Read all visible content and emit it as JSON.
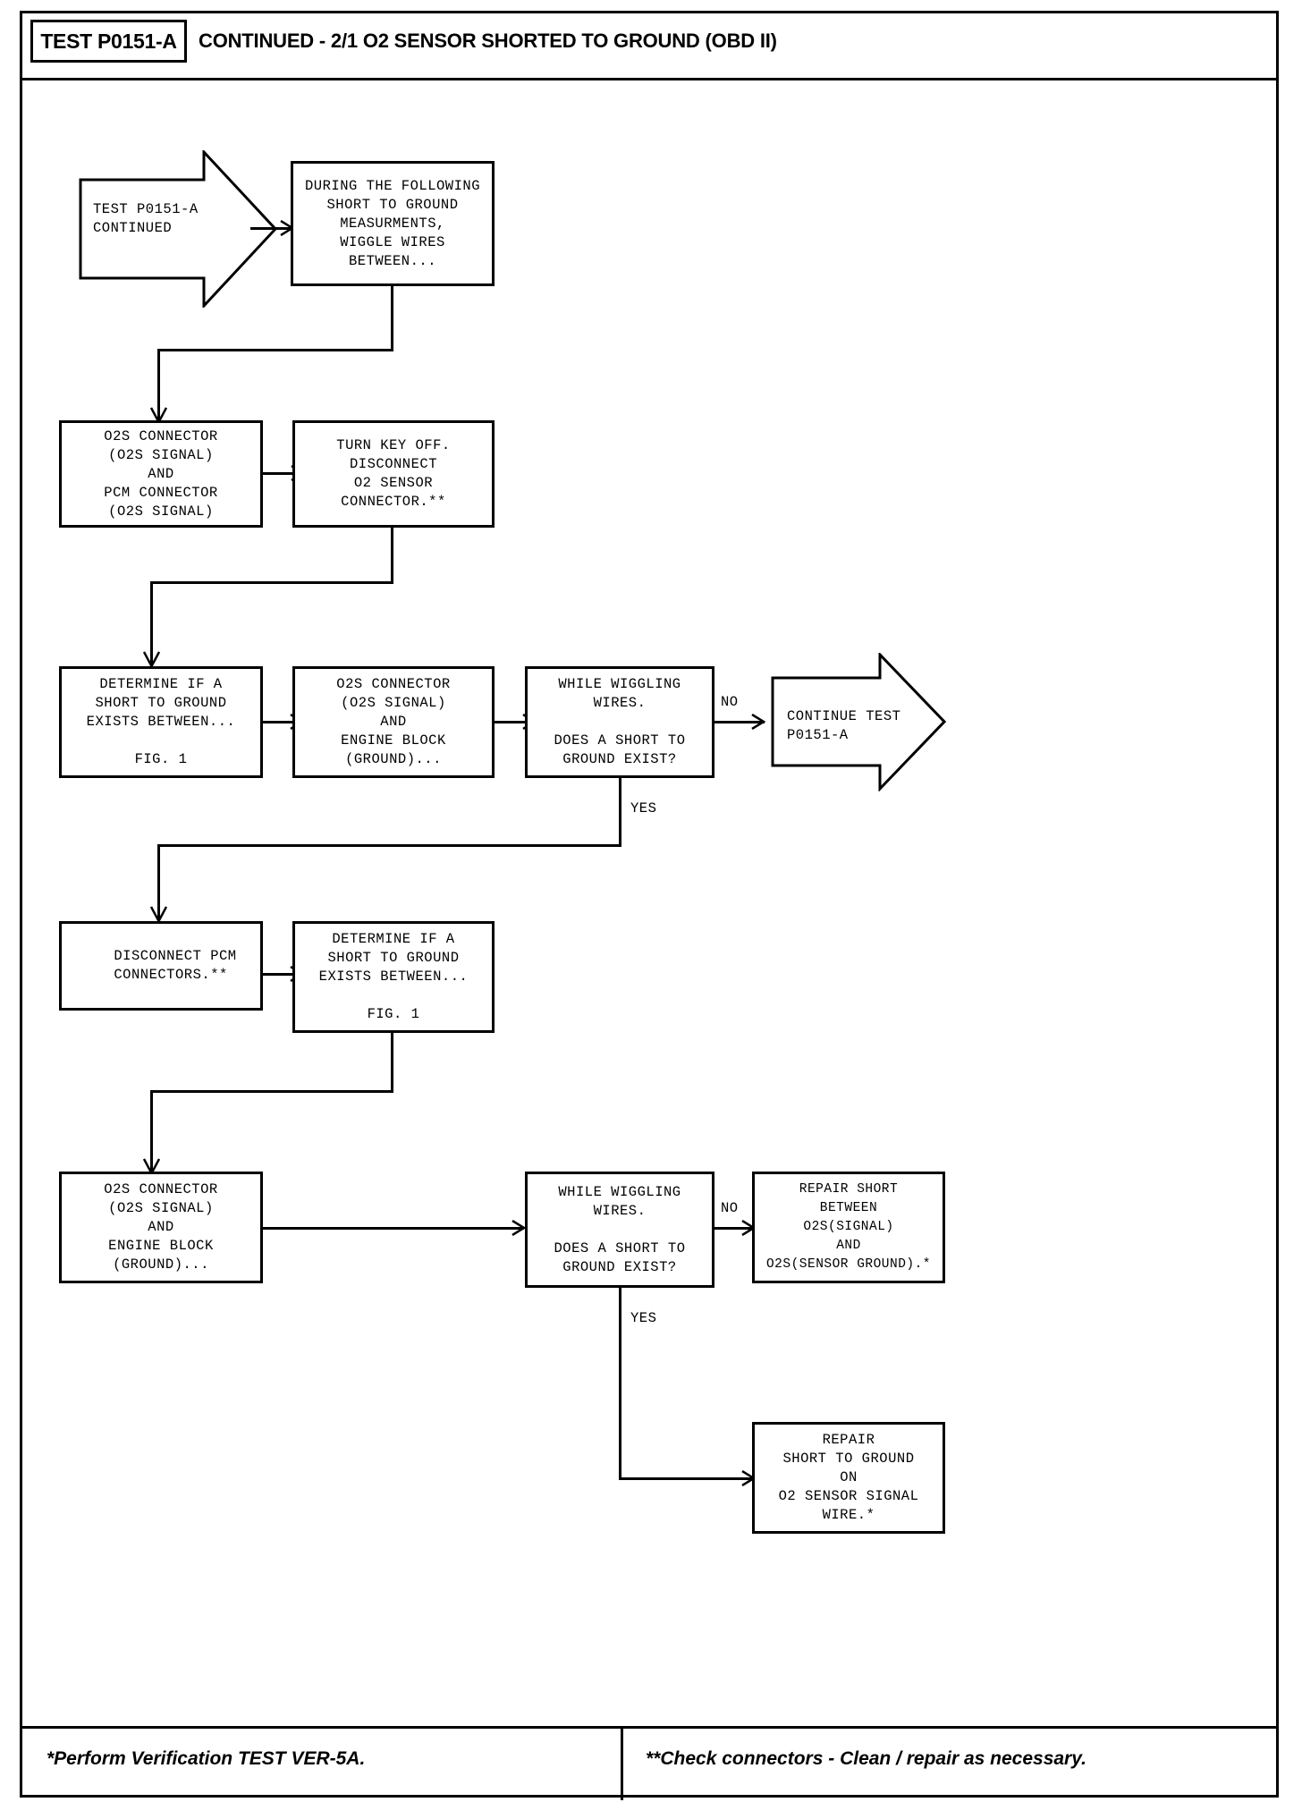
{
  "header": {
    "test_code": "TEST P0151-A",
    "title": "CONTINUED - 2/1 O2 SENSOR SHORTED TO GROUND (OBD II)"
  },
  "footer": {
    "left_note": "*Perform Verification TEST VER-5A.",
    "right_note": "**Check connectors - Clean / repair as necessary."
  },
  "nodes": {
    "start_terminator": "TEST P0151-A\nCONTINUED",
    "wiggle_intro": "DURING THE FOLLOWING\nSHORT TO GROUND\nMEASURMENTS,\nWIGGLE WIRES\nBETWEEN...",
    "o2s_pcm_connector": "O2S CONNECTOR\n(O2S SIGNAL)\nAND\nPCM CONNECTOR\n(O2S SIGNAL)",
    "turn_key_off": "TURN KEY OFF.\nDISCONNECT\nO2 SENSOR\nCONNECTOR.**",
    "determine_short_1": "DETERMINE IF A\nSHORT TO GROUND\nEXISTS BETWEEN...\n\nFIG. 1",
    "o2s_engine_block_1": "O2S CONNECTOR\n(O2S SIGNAL)\nAND\nENGINE BLOCK\n(GROUND)...",
    "decision_1": "WHILE WIGGLING\nWIRES.\n\nDOES A SHORT TO\nGROUND EXIST?",
    "continue_test": "CONTINUE TEST\nP0151-A",
    "disconnect_pcm": "DISCONNECT PCM\nCONNECTORS.**",
    "determine_short_2": "DETERMINE IF A\nSHORT TO GROUND\nEXISTS BETWEEN...\n\nFIG. 1",
    "o2s_engine_block_2": "O2S CONNECTOR\n(O2S SIGNAL)\nAND\nENGINE BLOCK\n(GROUND)...",
    "decision_2": "WHILE WIGGLING\nWIRES.\n\nDOES A SHORT TO\nGROUND EXIST?",
    "repair_short_between": "REPAIR SHORT\nBETWEEN\nO2S(SIGNAL)\nAND\nO2S(SENSOR GROUND).*",
    "repair_short_ground": "REPAIR\nSHORT TO GROUND\nON\nO2 SENSOR SIGNAL\nWIRE.*"
  },
  "edge_labels": {
    "no_1": "NO",
    "yes_1": "YES",
    "no_2": "NO",
    "yes_2": "YES"
  },
  "colors": {
    "ink": "#000000",
    "paper": "#ffffff"
  }
}
